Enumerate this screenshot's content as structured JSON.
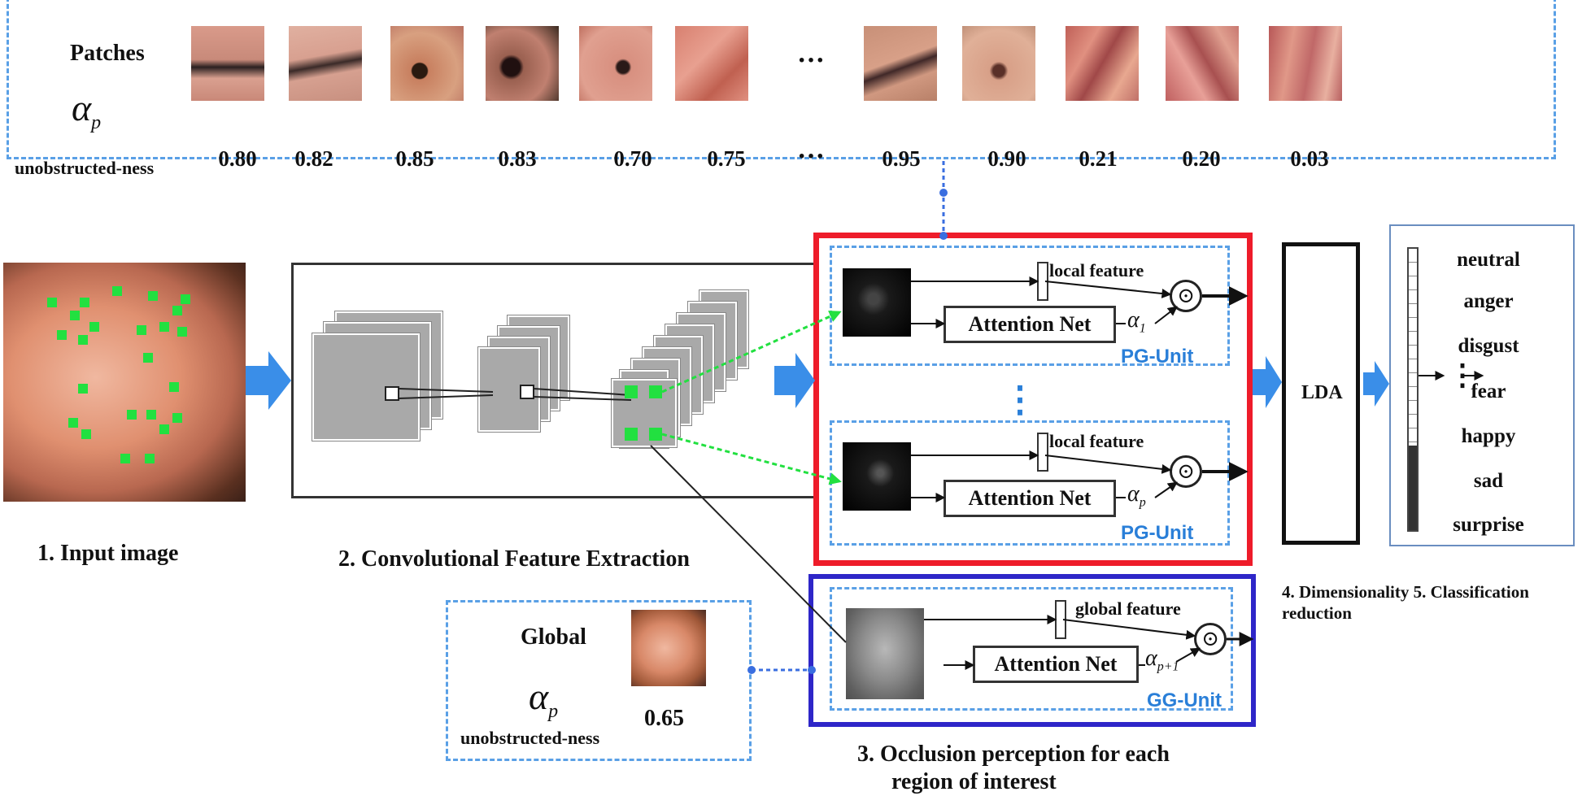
{
  "patches": {
    "title": "Patches",
    "alpha": "α",
    "alpha_sub": "p",
    "unobstructed": "unobstructed-ness",
    "values": [
      "0.80",
      "0.82",
      "0.85",
      "0.83",
      "0.70",
      "0.75",
      "0.95",
      "0.90",
      "0.21",
      "0.20",
      "0.03"
    ],
    "ellipsis": "···"
  },
  "steps": {
    "input": "1. Input image",
    "conv": "2. Convolutional Feature Extraction",
    "occlusion_l1": "3.    Occlusion perception for each",
    "occlusion_l2": "region of interest",
    "dim_l1": "4. Dimensionality 5. Classification",
    "dim_l2": "reduction"
  },
  "units": {
    "local_feature": "local feature",
    "global_feature": "global feature",
    "attention": "Attention Net",
    "pg": "PG-Unit",
    "gg": "GG-Unit",
    "odot": "⊙",
    "alpha1": "α",
    "alpha1_sub": "1",
    "alphap": "α",
    "alphap_sub": "p",
    "alphaglob": "α",
    "alphaglob_sub": "p+1",
    "vdots": "⋮"
  },
  "global": {
    "title": "Global",
    "alpha": "α",
    "alpha_sub": "p",
    "unobstructed": "unobstructed-ness",
    "value": "0.65"
  },
  "lda": "LDA",
  "classes": [
    "neutral",
    "anger",
    "disgust",
    "fear",
    "happy",
    "sad",
    "surprise"
  ],
  "colors": {
    "red_box": "#ee1c2a",
    "blue_box": "#2e26c8",
    "dashed": "#5aa0e6",
    "arrow": "#3a8ee8",
    "green": "#22e040"
  }
}
